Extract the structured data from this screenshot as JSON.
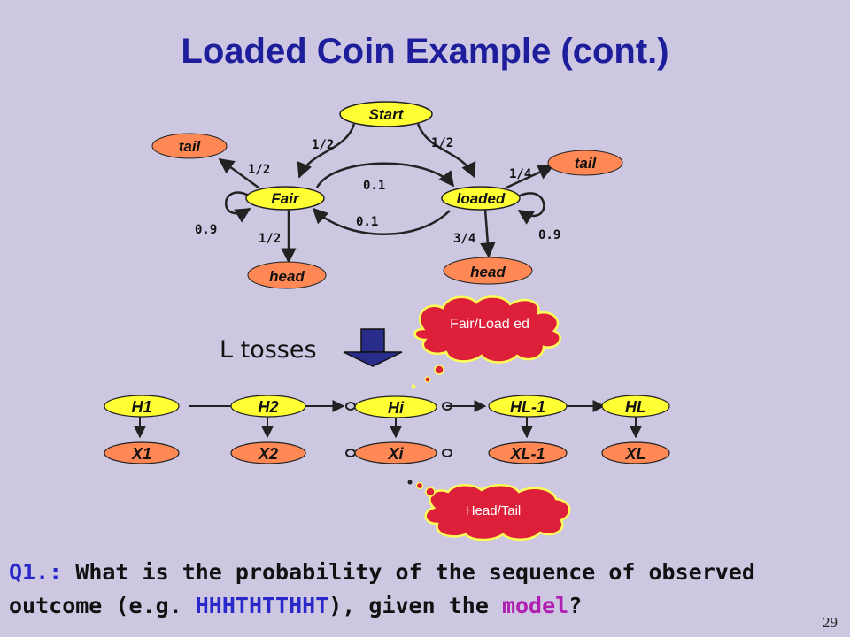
{
  "slide": {
    "title": "Loaded Coin Example (cont.)",
    "page_number": "29"
  },
  "hmm": {
    "start": "Start",
    "fair": "Fair",
    "loaded": "loaded",
    "tail_left": "tail",
    "tail_right": "tail",
    "head_left": "head",
    "head_right": "head",
    "p_start_fair": "1/2",
    "p_start_loaded": "1/2",
    "p_fair_tail": "1/2",
    "p_fair_head": "1/2",
    "p_loaded_tail": "1/4",
    "p_loaded_head": "3/4",
    "p_fair_self": "0.9",
    "p_loaded_self": "0.9",
    "p_fair_loaded": "0.1",
    "p_loaded_fair": "0.1"
  },
  "sequence": {
    "l_tosses": "L tosses",
    "hidden": [
      "H1",
      "H2",
      "Hi",
      "HL-1",
      "HL"
    ],
    "observed": [
      "X1",
      "X2",
      "Xi",
      "XL-1",
      "XL"
    ],
    "thought_hidden": "Fair/Load ed",
    "thought_observed": "Head/Tail"
  },
  "question": {
    "prefix": "Q1.:",
    "text_a": "What is the probability of the sequence of observed outcome (e.g.",
    "example": "HHHTHTTHHT",
    "text_b": "), given the",
    "model": "model",
    "end": "?"
  },
  "colors": {
    "background": "#cdc7e1",
    "title": "#1e1e9c",
    "state_fill": "#ffff33",
    "emission_fill": "#ff8855",
    "cloud_fill": "#dd1f3a",
    "cloud_outline": "#ffff55",
    "down_arrow": "#2a2c8c"
  }
}
